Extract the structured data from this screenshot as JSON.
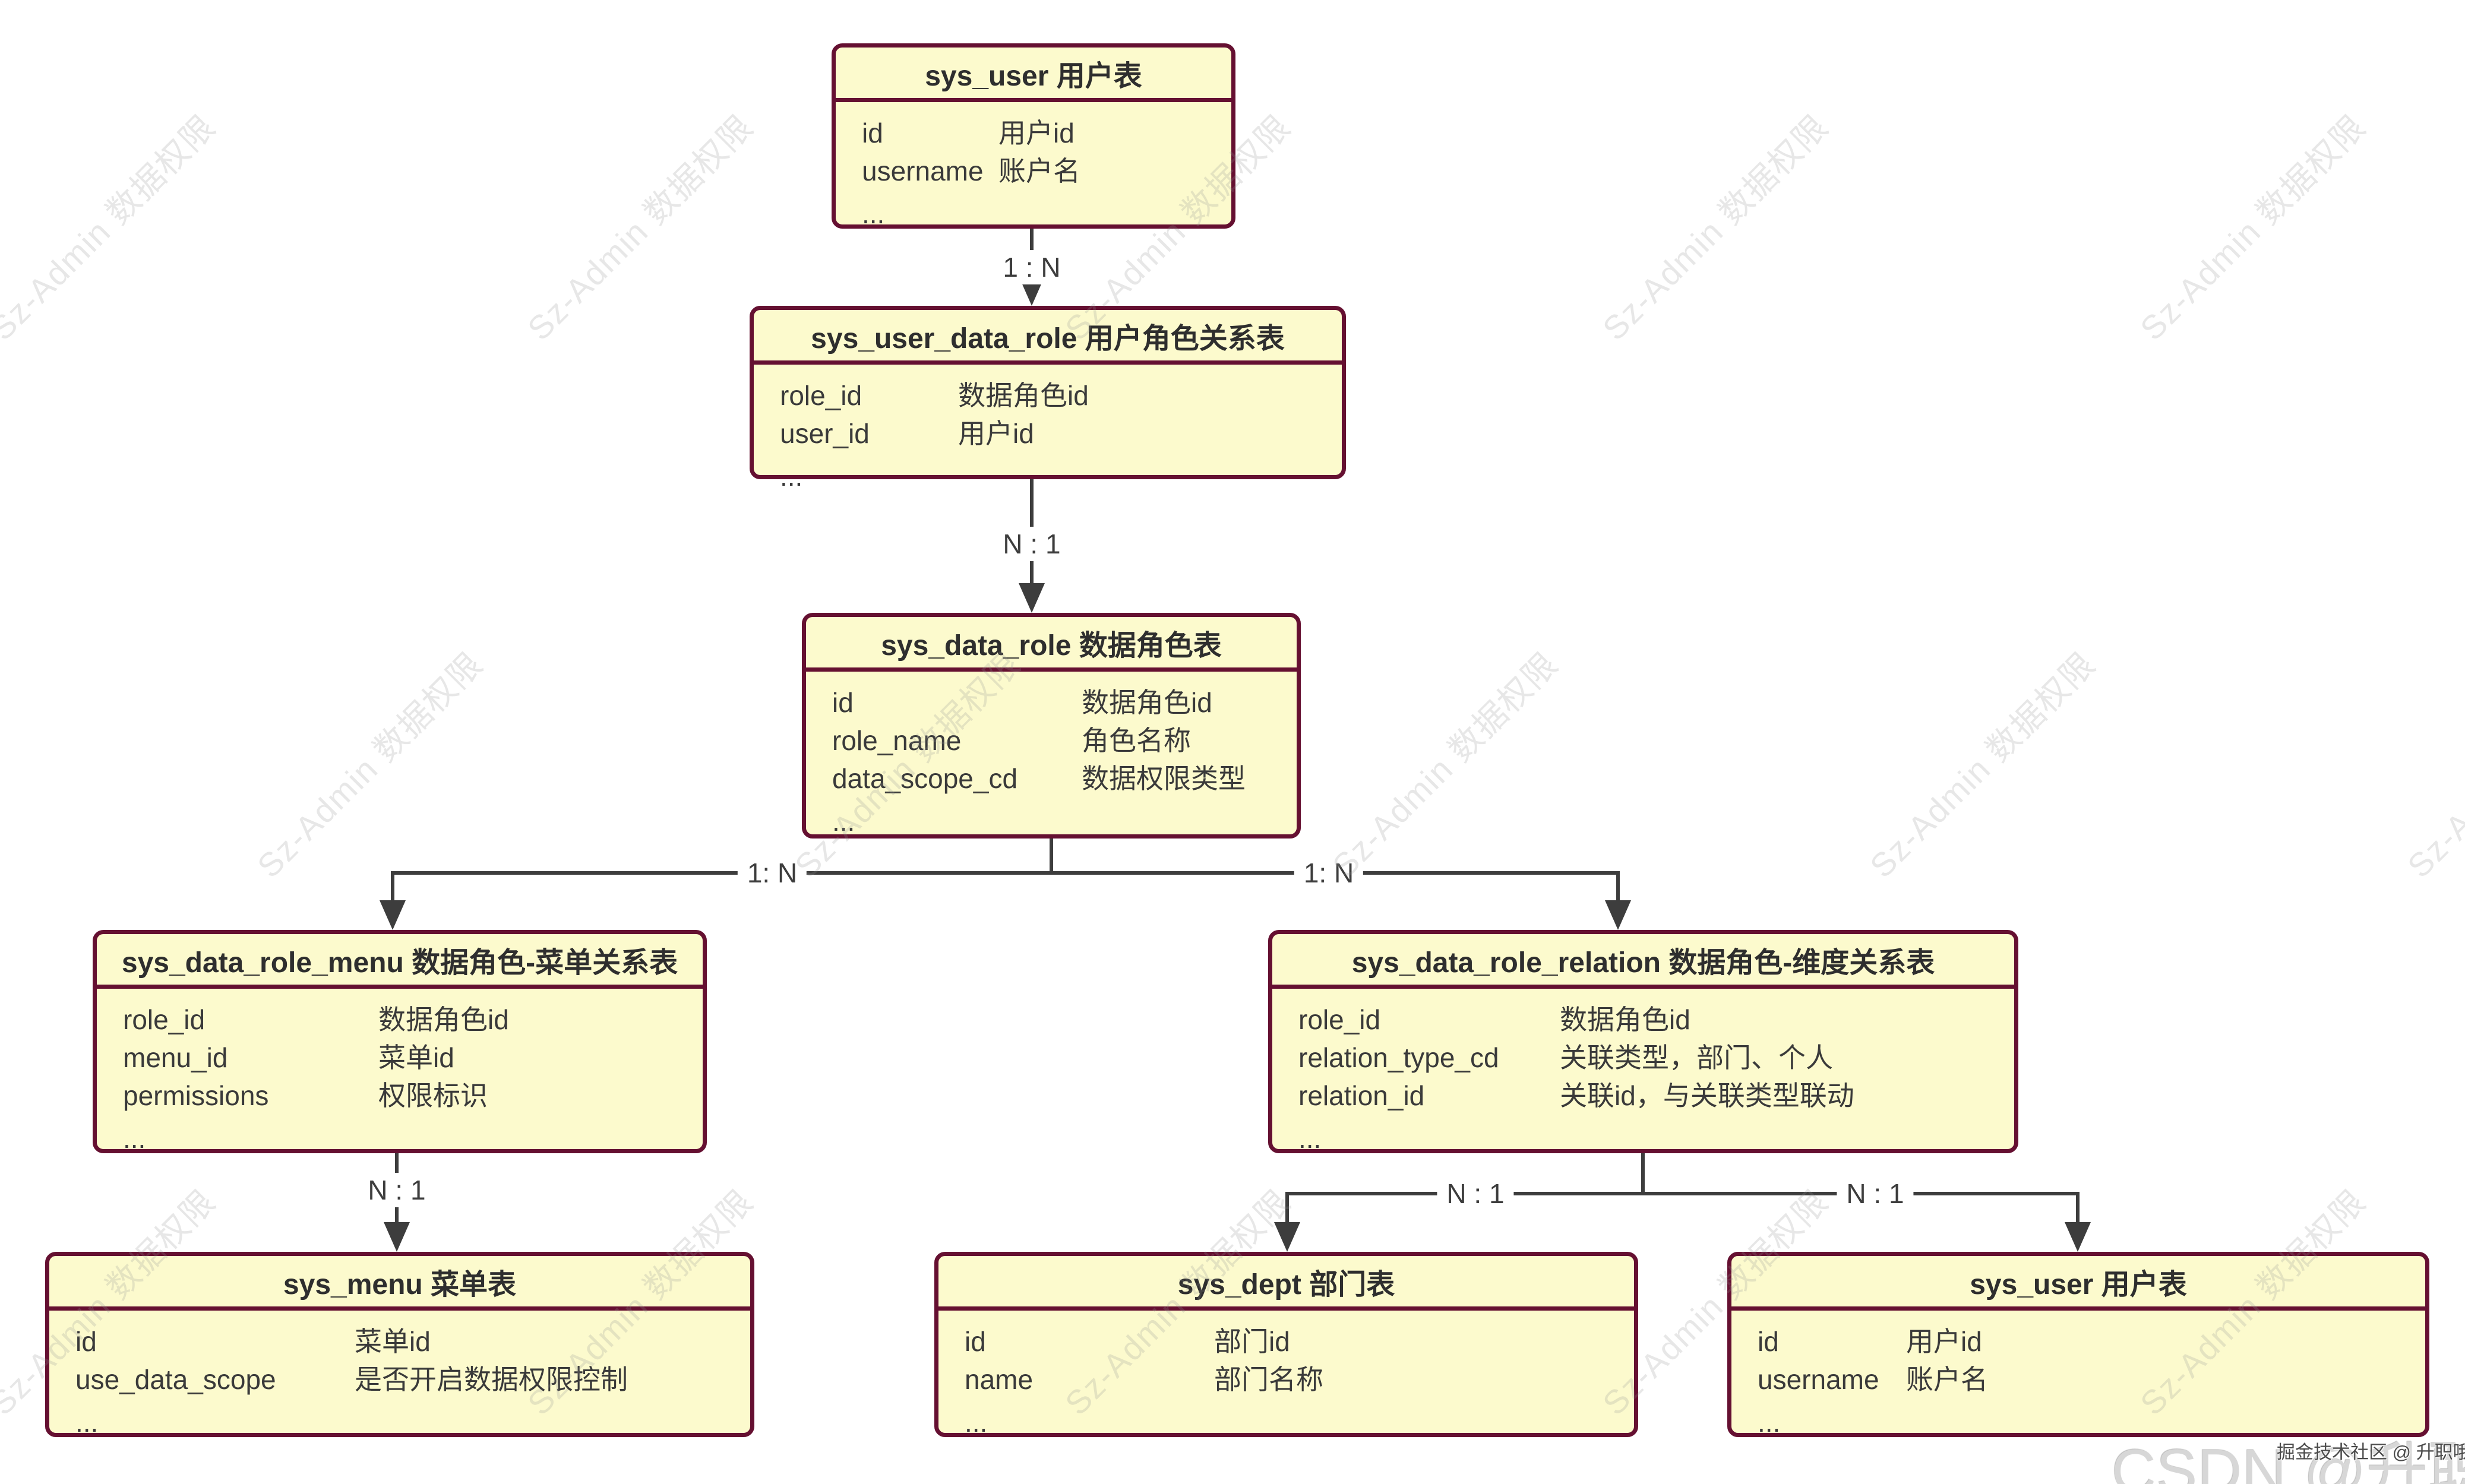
{
  "entities": [
    {
      "id": "sys_user_top",
      "title": "sys_user 用户表",
      "fields": [
        {
          "name": "id",
          "desc": "用户id"
        },
        {
          "name": "username",
          "desc": "账户名"
        },
        {
          "name": "...",
          "desc": ""
        }
      ]
    },
    {
      "id": "sys_user_data_role",
      "title": "sys_user_data_role 用户角色关系表",
      "fields": [
        {
          "name": "role_id",
          "desc": "数据角色id"
        },
        {
          "name": "user_id",
          "desc": "用户id"
        },
        {
          "name": "...",
          "desc": ""
        }
      ]
    },
    {
      "id": "sys_data_role",
      "title": "sys_data_role 数据角色表",
      "fields": [
        {
          "name": "id",
          "desc": "数据角色id"
        },
        {
          "name": "role_name",
          "desc": "角色名称"
        },
        {
          "name": "data_scope_cd",
          "desc": "数据权限类型"
        },
        {
          "name": "...",
          "desc": ""
        }
      ]
    },
    {
      "id": "sys_data_role_menu",
      "title": "sys_data_role_menu 数据角色-菜单关系表",
      "fields": [
        {
          "name": "role_id",
          "desc": "数据角色id"
        },
        {
          "name": "menu_id",
          "desc": "菜单id"
        },
        {
          "name": "permissions",
          "desc": "权限标识"
        },
        {
          "name": "...",
          "desc": ""
        }
      ]
    },
    {
      "id": "sys_data_role_relation",
      "title": "sys_data_role_relation 数据角色-维度关系表",
      "fields": [
        {
          "name": "role_id",
          "desc": "数据角色id"
        },
        {
          "name": "relation_type_cd",
          "desc": "关联类型，部门、个人"
        },
        {
          "name": "relation_id",
          "desc": "关联id，与关联类型联动"
        },
        {
          "name": "...",
          "desc": ""
        }
      ]
    },
    {
      "id": "sys_menu",
      "title": "sys_menu 菜单表",
      "fields": [
        {
          "name": "id",
          "desc": "菜单id"
        },
        {
          "name": "use_data_scope",
          "desc": "是否开启数据权限控制"
        },
        {
          "name": "...",
          "desc": ""
        }
      ]
    },
    {
      "id": "sys_dept",
      "title": "sys_dept 部门表",
      "fields": [
        {
          "name": "id",
          "desc": "部门id"
        },
        {
          "name": "name",
          "desc": "部门名称"
        },
        {
          "name": "...",
          "desc": ""
        }
      ]
    },
    {
      "id": "sys_user_bottom",
      "title": "sys_user 用户表",
      "fields": [
        {
          "name": "id",
          "desc": "用户id"
        },
        {
          "name": "username",
          "desc": "账户名"
        },
        {
          "name": "...",
          "desc": ""
        }
      ]
    }
  ],
  "relationships": [
    {
      "from": "sys_user",
      "to": "sys_user_data_role",
      "label": "1 : N"
    },
    {
      "from": "sys_user_data_role",
      "to": "sys_data_role",
      "label": "N : 1"
    },
    {
      "from": "sys_data_role",
      "to": "sys_data_role_menu",
      "label": "1: N"
    },
    {
      "from": "sys_data_role",
      "to": "sys_data_role_relation",
      "label": "1: N"
    },
    {
      "from": "sys_data_role_menu",
      "to": "sys_menu",
      "label": "N : 1"
    },
    {
      "from": "sys_data_role_relation",
      "to": "sys_dept",
      "label": "N : 1"
    },
    {
      "from": "sys_data_role_relation",
      "to": "sys_user",
      "label": "N : 1"
    }
  ],
  "watermark": {
    "text": "Sz-Admin 数据权限"
  },
  "footer_watermark": {
    "large": "CSDN @升职哦",
    "small": "掘金技术社区 @ 升职哦"
  },
  "colors": {
    "entity_fill": "#fcfacd",
    "entity_border": "#651031",
    "line": "#3d3d3d",
    "watermark": "#dedede"
  }
}
